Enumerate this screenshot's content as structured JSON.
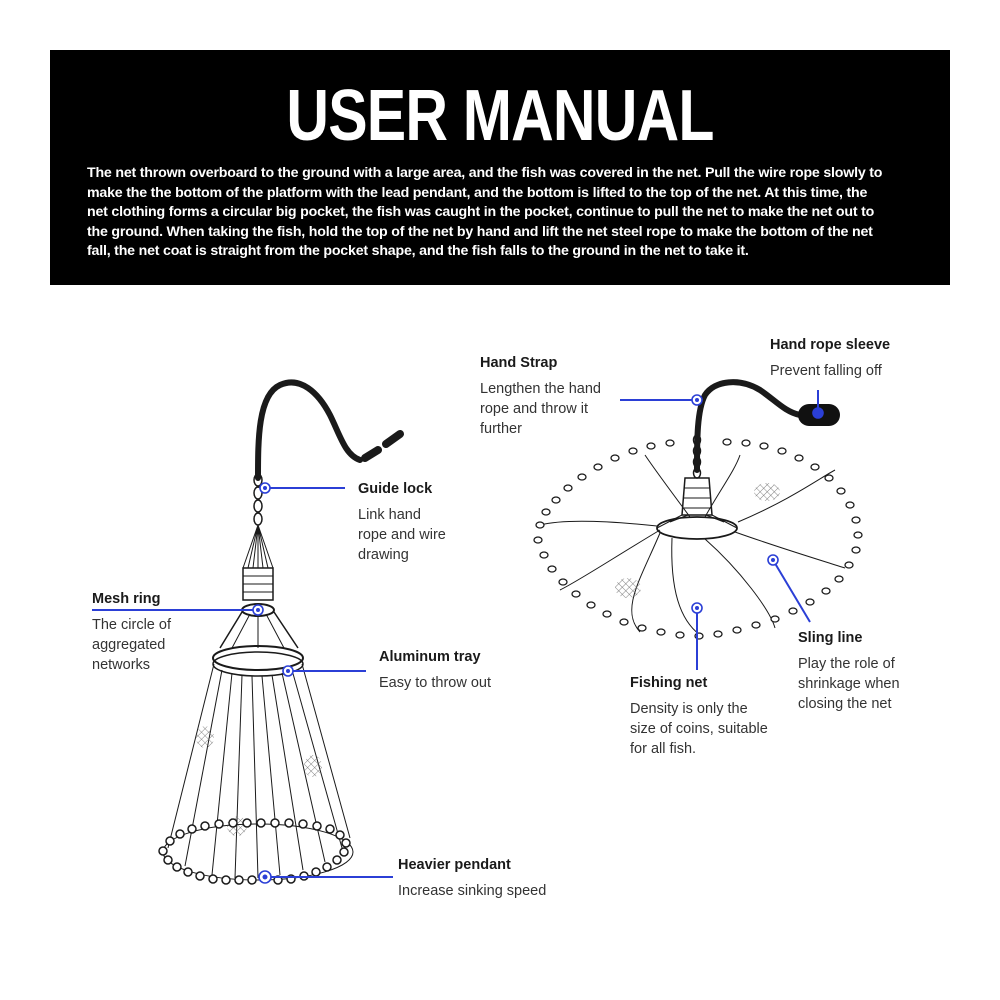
{
  "title": "USER MANUAL",
  "description_lines": [
    "The net thrown overboard to the ground with a large area, and the fish was covered in the net. Pull the wire rope slowly to",
    "make the  the bottom of the platform with the lead pendant, and the bottom is lifted to the top of the net. At this time, the",
    "net clothing forms a circular big pocket, the fish was caught in the pocket, continue to pull the net to make the net out to",
    "the ground. When taking the fish, hold the top of the net by hand and lift the net steel rope to make the bottom of the net",
    "fall, the net coat is straight from the pocket shape, and the fish falls to the ground in the net to take it."
  ],
  "colors": {
    "banner": "#000000",
    "marker": "#2b3fd6",
    "line": "#1a1a1a"
  },
  "labels": {
    "guide_lock": {
      "heading": "Guide lock",
      "lines": [
        "Link hand",
        "rope and wire",
        "drawing"
      ]
    },
    "mesh_ring": {
      "heading": "Mesh ring",
      "lines": [
        "The circle of",
        "aggregated",
        "networks"
      ]
    },
    "aluminum_tray": {
      "heading": "Aluminum tray",
      "lines": [
        "Easy to throw out"
      ]
    },
    "heavier_pendant": {
      "heading": "Heavier pendant",
      "lines": [
        "Increase sinking speed"
      ]
    },
    "hand_strap": {
      "heading": "Hand Strap",
      "lines": [
        "Lengthen the hand",
        "rope and throw it",
        "further"
      ]
    },
    "hand_rope_sleeve": {
      "heading": "Hand rope sleeve",
      "lines": [
        "Prevent falling off"
      ]
    },
    "sling_line": {
      "heading": "Sling line",
      "lines": [
        "Play the role of",
        "shrinkage when",
        "closing the net"
      ]
    },
    "fishing_net": {
      "heading": "Fishing net",
      "lines": [
        "Density is only the",
        "size of coins, suitable",
        "for all fish."
      ]
    }
  }
}
